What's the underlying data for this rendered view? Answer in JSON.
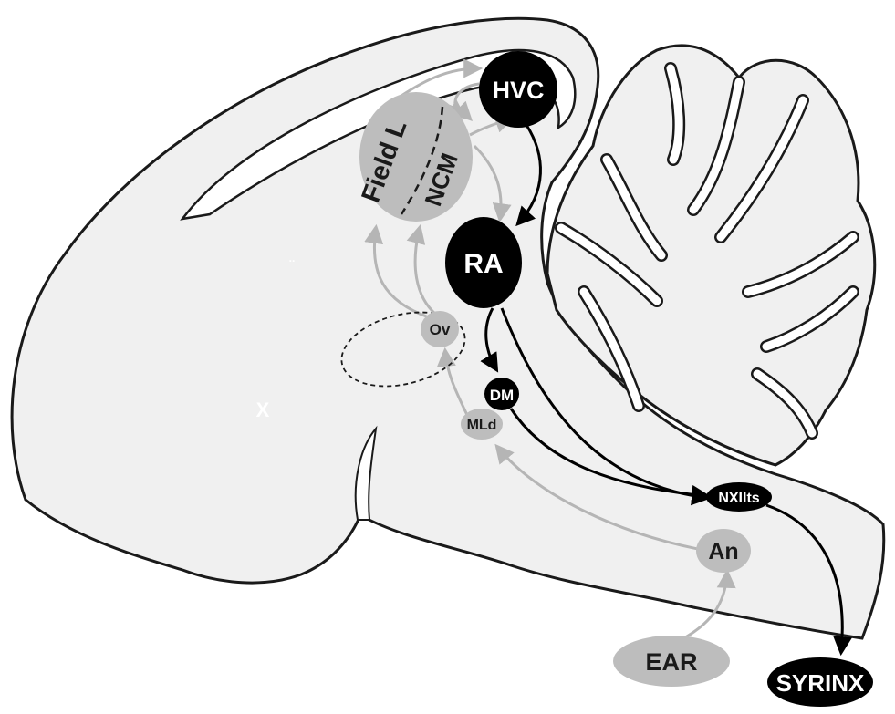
{
  "nodes": {
    "hvc": "HVC",
    "ra": "RA",
    "field_l": "Field L",
    "ncm": "NCM",
    "ov": "Ov",
    "dm": "DM",
    "mld": "MLd",
    "nxiits": "NXIIts",
    "an": "An",
    "ear": "EAR",
    "syrinx": "SYRINX"
  },
  "marks": {
    "x": "X",
    "dots": ".."
  },
  "colors": {
    "brain_fill": "#f0f0f0",
    "outline": "#1a1a1a",
    "motor_node": "#000000",
    "auditory_node": "#bdbdbd",
    "motor_path": "#000000",
    "auditory_path": "#b5b5b5"
  }
}
